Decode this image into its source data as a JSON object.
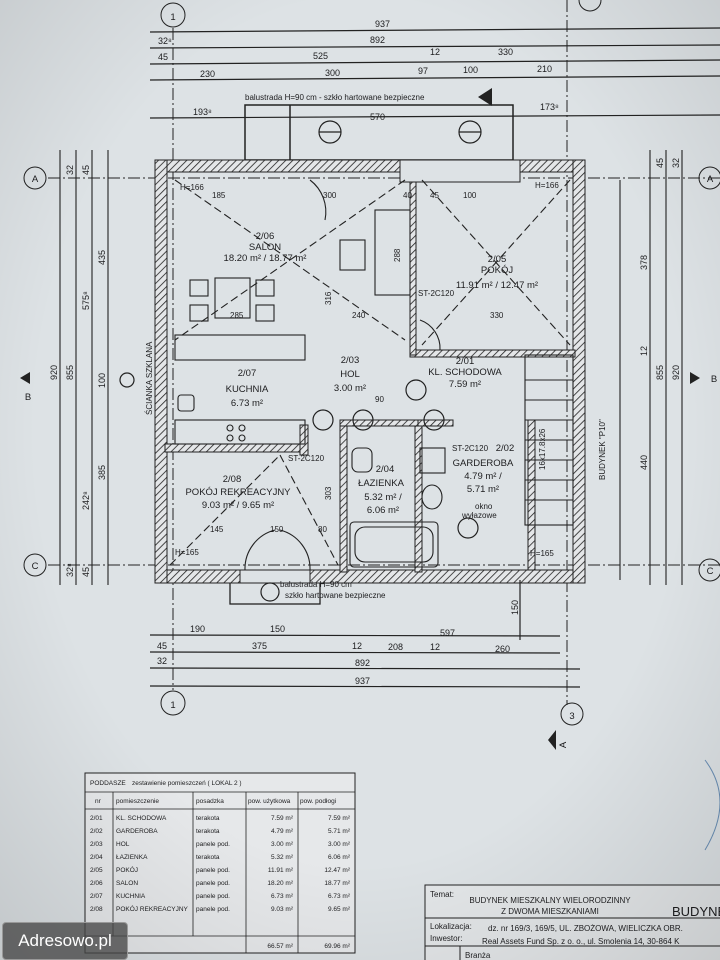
{
  "plan": {
    "grid_axes": {
      "a": "A",
      "b": "B",
      "c": "C",
      "one": "1",
      "three": "3"
    },
    "top_dims": {
      "overall": "937",
      "inner": "892",
      "wall_left": "32⁸",
      "d45": "45",
      "d525": "525",
      "d12": "12",
      "d330": "330",
      "d230": "230",
      "d300": "300",
      "d97": "97",
      "d100": "100",
      "d210": "210",
      "d193": "193⁸",
      "d570": "570",
      "d173": "173⁸"
    },
    "balustrade_top": "balustrada H=90 cm - szkło hartowane bezpieczne",
    "balustrade_bottom": [
      "balustrada H=90 cm",
      "szkło hartowane bezpieczne"
    ],
    "left_dims": [
      "920",
      "855",
      "575⁸",
      "435",
      "100",
      "385",
      "242⁸",
      "32⁸",
      "45",
      "32",
      "45"
    ],
    "right_dims": [
      "378",
      "12",
      "855",
      "920",
      "440",
      "45",
      "32"
    ],
    "bottom_dims": {
      "d190": "190",
      "d150": "150",
      "d597": "597",
      "d45": "45",
      "d375": "375",
      "d12a": "12",
      "d208": "208",
      "d12b": "12",
      "d260": "260",
      "d892": "892",
      "d937": "937",
      "d32": "32",
      "d150v": "150"
    },
    "rooms": [
      {
        "nr": "2/06",
        "name": "SALON",
        "area": "18.20 m² / 18.77 m²"
      },
      {
        "nr": "2/05",
        "name": "POKÓJ",
        "area": "11.91 m² / 12.47 m²"
      },
      {
        "nr": "2/07",
        "name": "KUCHNIA",
        "area": "6.73 m²"
      },
      {
        "nr": "2/03",
        "name": "HOL",
        "area": "3.00 m²"
      },
      {
        "nr": "2/01",
        "name": "KL. SCHODOWA",
        "area": "7.59 m²"
      },
      {
        "nr": "2/08",
        "name": "POKÓJ REKREACYJNY",
        "area": "9.03 m² / 9.65 m²"
      },
      {
        "nr": "2/04",
        "name": "ŁAZIENKA",
        "area": "5.32 m² /",
        "area2": "6.06 m²"
      },
      {
        "nr": "2/02",
        "name": "GARDEROBA",
        "area": "4.79 m² /",
        "area2": "5.71 m²"
      }
    ],
    "labels": {
      "h166a": "H=166",
      "h166b": "H=166",
      "h165a": "H=165",
      "h165b": "H=165",
      "st1": "ST-2C120",
      "st2": "ST-2C120",
      "st3": "ST-2C120",
      "scianka": "ŚCIANKA SZKLANA",
      "budynek": "BUDYNEK \"P10\"",
      "stairs": "16x17.8x26",
      "okno": "okno",
      "okno2": "wyłazowe",
      "d285": "285",
      "d240": "240",
      "d330": "330",
      "d90": "90",
      "d80": "80",
      "d145": "145",
      "d150": "150",
      "d300": "300",
      "d288": "288",
      "d316": "316",
      "d303": "303",
      "d185": "185",
      "d40": "40",
      "d45": "45",
      "d100": "100"
    }
  },
  "table": {
    "title": "PODDASZE",
    "subtitle": "zestawienie pomieszczeń ( LOKAL 2 )",
    "headers": [
      "nr",
      "pomieszczenie",
      "posadzka",
      "pow. użytkowa",
      "pow. podłogi"
    ],
    "rows": [
      [
        "2/01",
        "KL. SCHODOWA",
        "terakota",
        "7.59 m²",
        "7.59 m²"
      ],
      [
        "2/02",
        "GARDEROBA",
        "terakota",
        "4.79 m²",
        "5.71 m²"
      ],
      [
        "2/03",
        "HOL",
        "panele pod.",
        "3.00 m²",
        "3.00 m²"
      ],
      [
        "2/04",
        "ŁAZIENKA",
        "terakota",
        "5.32 m²",
        "6.06 m²"
      ],
      [
        "2/05",
        "POKÓJ",
        "panele pod.",
        "11.91 m²",
        "12.47 m²"
      ],
      [
        "2/06",
        "SALON",
        "panele pod.",
        "18.20 m²",
        "18.77 m²"
      ],
      [
        "2/07",
        "KUCHNIA",
        "panele pod.",
        "6.73 m²",
        "6.73 m²"
      ],
      [
        "2/08",
        "POKÓJ REKREACYJNY",
        "panele pod.",
        "9.03 m²",
        "9.65 m²"
      ]
    ],
    "total_usable": "66.57 m²",
    "total_floor": "69.96 m²"
  },
  "title_block": {
    "temat_label": "Temat:",
    "temat_line1": "BUDYNEK MIESZKALNY WIELORODZINNY",
    "temat_line2": "Z DWOMA MIESZKANIAMI",
    "budynek": "BUDYNE",
    "lokalizacja_label": "Lokalizacja:",
    "lokalizacja": "dz. nr 169/3, 169/5, UL. ZBOŻOWA, WIELICZKA OBR.",
    "inwestor_label": "Inwestor:",
    "inwestor": "Real Assets Fund Sp. z o. o., ul. Smolenia 14, 30-864 K",
    "branza_label": "Branża"
  },
  "watermark": "Adresowo.pl"
}
